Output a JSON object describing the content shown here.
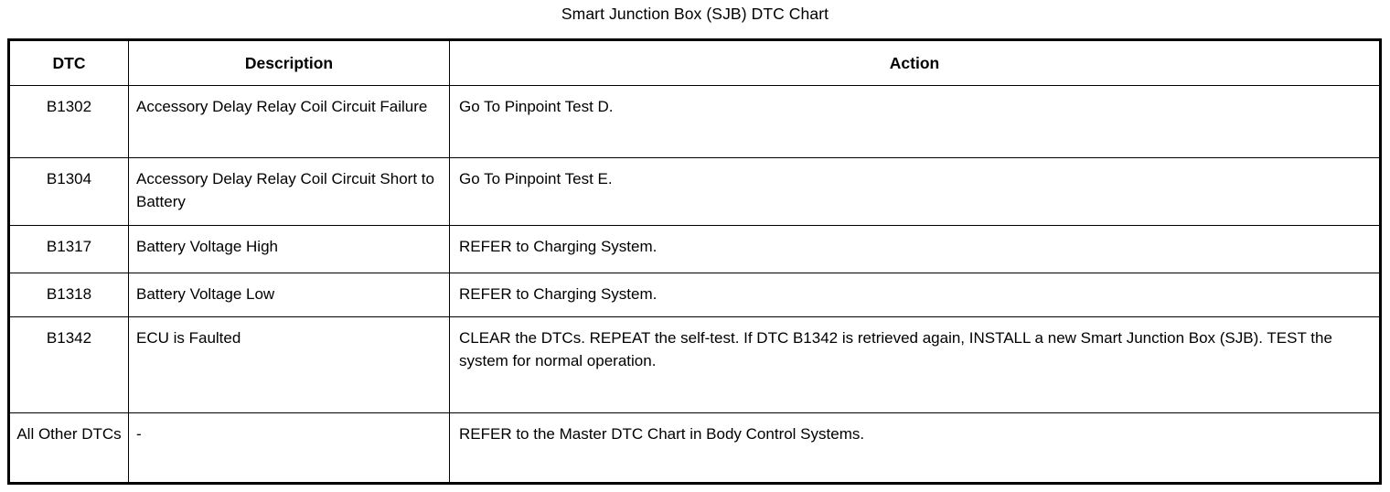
{
  "title": "Smart Junction Box (SJB) DTC Chart",
  "table": {
    "columns": [
      {
        "key": "dtc",
        "label": "DTC"
      },
      {
        "key": "description",
        "label": "Description"
      },
      {
        "key": "action",
        "label": "Action"
      }
    ],
    "rows": [
      {
        "dtc": "B1302",
        "description": "Accessory Delay Relay Coil Circuit Failure",
        "action": "Go To Pinpoint Test D."
      },
      {
        "dtc": "B1304",
        "description": "Accessory Delay Relay Coil Circuit Short to Battery",
        "action": "Go To Pinpoint Test E."
      },
      {
        "dtc": "B1317",
        "description": "Battery Voltage High",
        "action": "REFER to Charging System."
      },
      {
        "dtc": "B1318",
        "description": "Battery Voltage Low",
        "action": "REFER to Charging System."
      },
      {
        "dtc": "B1342",
        "description": "ECU is Faulted",
        "action": "CLEAR the DTCs. REPEAT the self-test. If DTC B1342 is retrieved again, INSTALL a new Smart Junction Box (SJB). TEST the system for normal operation."
      },
      {
        "dtc": "All Other DTCs",
        "description": "-",
        "action": "REFER to the Master DTC Chart in Body Control Systems."
      }
    ]
  },
  "colors": {
    "text": "#000000",
    "background": "#ffffff",
    "border": "#000000"
  }
}
